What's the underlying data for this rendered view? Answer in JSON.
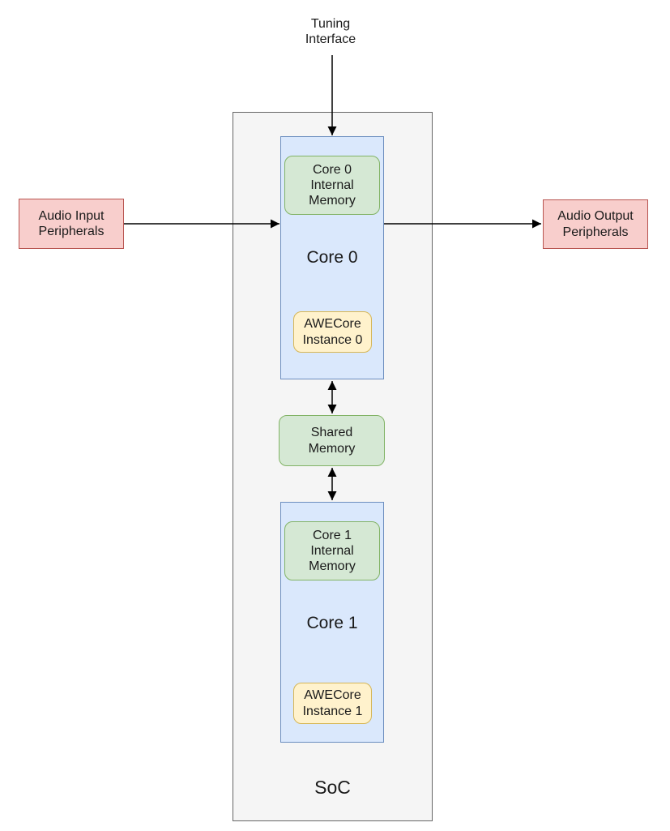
{
  "nodes": {
    "tuning_interface": {
      "label": "Tuning\nInterface"
    },
    "audio_input": {
      "label": "Audio Input\nPeripherals"
    },
    "audio_output": {
      "label": "Audio Output\nPeripherals"
    },
    "soc": {
      "label": "SoC"
    },
    "core0": {
      "label": "Core 0",
      "internal_memory_label": "Core 0\nInternal\nMemory",
      "awecore_label": "AWECore\nInstance 0"
    },
    "core1": {
      "label": "Core 1",
      "internal_memory_label": "Core 1\nInternal\nMemory",
      "awecore_label": "AWECore\nInstance 1"
    },
    "shared_memory": {
      "label": "Shared\nMemory"
    }
  },
  "connections": [
    {
      "from": "Tuning Interface",
      "to": "Core 0",
      "direction": "one-way"
    },
    {
      "from": "Audio Input Peripherals",
      "to": "Core 0",
      "direction": "one-way"
    },
    {
      "from": "Core 0",
      "to": "Audio Output Peripherals",
      "direction": "one-way"
    },
    {
      "from": "Core 0",
      "to": "Shared Memory",
      "direction": "two-way"
    },
    {
      "from": "Shared Memory",
      "to": "Core 1",
      "direction": "two-way"
    }
  ],
  "colors": {
    "canvas-bg": "#ffffff",
    "soc-fill": "#f5f5f5",
    "soc-stroke": "#666666",
    "core-fill": "#dae8fc",
    "core-stroke": "#6c8ebf",
    "memory-fill": "#d5e8d4",
    "memory-stroke": "#82b366",
    "awecore-fill": "#fff2cc",
    "awecore-stroke": "#d6b656",
    "peripheral-fill": "#f8cecc",
    "peripheral-stroke": "#b85450",
    "arrow": "#000000",
    "text": "#1a1a1a"
  }
}
